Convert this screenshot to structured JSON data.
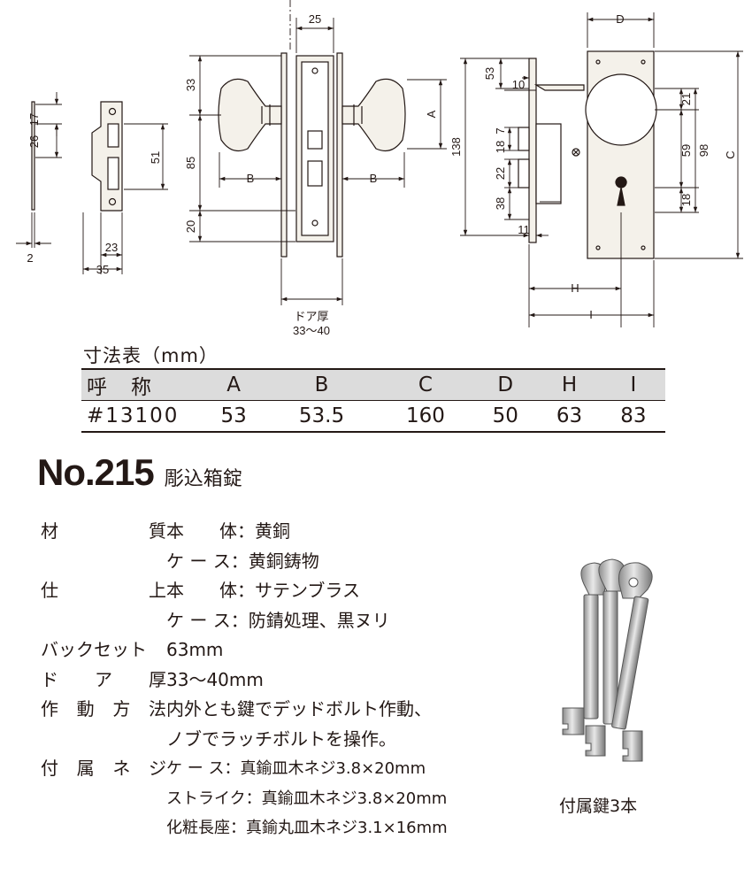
{
  "dimensions": {
    "strike": [
      "17",
      "26",
      "51",
      "2",
      "23",
      "35"
    ],
    "center": [
      "25",
      "33",
      "85",
      "20",
      "A",
      "B",
      "B"
    ],
    "door_thickness_label": "ドア厚",
    "door_thickness_range": "33〜40",
    "right": [
      "D",
      "10",
      "53",
      "138",
      "7",
      "18",
      "22",
      "38",
      "11",
      "21",
      "59",
      "98",
      "18",
      "C",
      "H",
      "I"
    ]
  },
  "table": {
    "caption": "寸法表（mm）",
    "headers": [
      "呼　称",
      "A",
      "B",
      "C",
      "D",
      "H",
      "I"
    ],
    "rows": [
      [
        "#13100",
        "53",
        "53.5",
        "160",
        "50",
        "63",
        "83"
      ]
    ]
  },
  "product": {
    "number": "No.215",
    "name": "彫込箱錠"
  },
  "specs": [
    {
      "label": [
        "材",
        "質"
      ],
      "value": "本　　体：黄銅"
    },
    {
      "label": [
        "",
        ""
      ],
      "value": "ケ ー ス：黄銅鋳物"
    },
    {
      "label": [
        "仕",
        "上"
      ],
      "value": "本　　体：サテンブラス"
    },
    {
      "label": [
        "",
        ""
      ],
      "value": "ケ ー ス：防錆処理、黒ヌリ"
    },
    {
      "label": [
        "バックセット"
      ],
      "value": "63mm"
    },
    {
      "label": [
        "ド",
        "ア",
        "厚"
      ],
      "value": "33〜40mm"
    },
    {
      "label": [
        "作",
        "動",
        "方",
        "法"
      ],
      "value": "内外とも鍵でデッドボルト作動、"
    },
    {
      "label": [
        "",
        ""
      ],
      "value": "ノブでラッチボルトを操作。"
    },
    {
      "label": [
        "付",
        "属",
        "ネ",
        "ジ"
      ],
      "value": "ケ ー ス：真鍮皿木ネジ3.8×20mm"
    },
    {
      "label": [
        "",
        ""
      ],
      "value": "ストライク：真鍮皿木ネジ3.8×20mm"
    },
    {
      "label": [
        "",
        ""
      ],
      "value": "化粧長座：真鍮丸皿木ネジ3.1×16mm"
    }
  ],
  "keys_caption": "付属鍵3本",
  "colors": {
    "ink": "#231815",
    "metal": "#f4f1ea",
    "table_header": "#dcdcdc"
  }
}
